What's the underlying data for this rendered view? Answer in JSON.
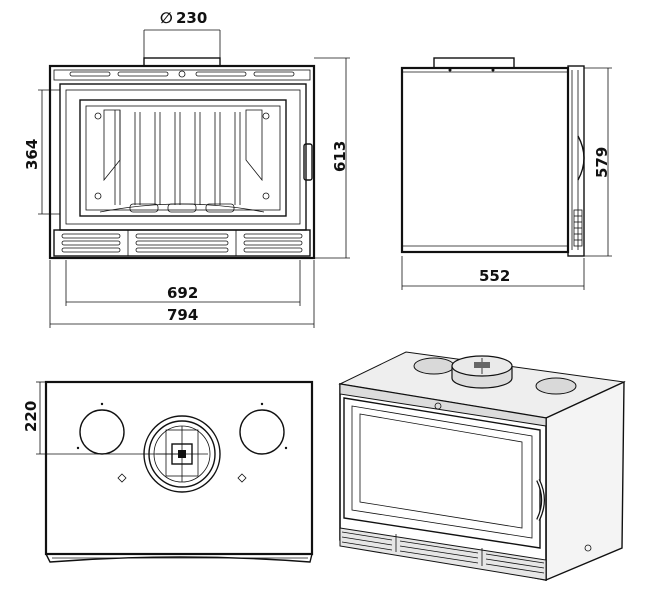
{
  "dimensions": {
    "flue_diameter": "230",
    "flue_symbol": "∅",
    "front_opening_height": "364",
    "front_total_height": "613",
    "front_opening_width": "692",
    "front_total_width": "794",
    "side_depth": "552",
    "side_height": "579",
    "top_flue_offset": "220"
  },
  "views": [
    "front-view",
    "side-view",
    "top-view",
    "perspective-view"
  ]
}
